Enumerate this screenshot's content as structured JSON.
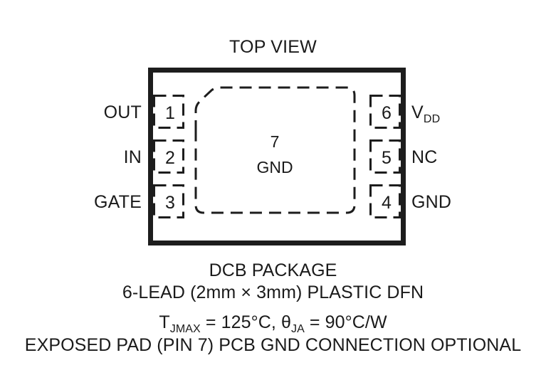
{
  "diagram": {
    "title": "TOP VIEW",
    "view_label": "TOP VIEW",
    "package_body": {
      "exposed_pad": {
        "pin_number": "7",
        "pin_name": "GND"
      }
    },
    "pins_left": [
      {
        "number": "1",
        "label": "OUT"
      },
      {
        "number": "2",
        "label": "IN"
      },
      {
        "number": "3",
        "label": "GATE"
      }
    ],
    "pins_right": [
      {
        "number": "6",
        "label": "V",
        "label_sub": "DD"
      },
      {
        "number": "5",
        "label": "NC",
        "label_sub": ""
      },
      {
        "number": "4",
        "label": "GND",
        "label_sub": ""
      }
    ],
    "caption": {
      "line1": "DCB PACKAGE",
      "line2": "6-LEAD (2mm × 3mm) PLASTIC DFN",
      "line3_a": "T",
      "line3_a_sub": "JMAX",
      "line3_b": " = 125°C, ",
      "line3_c": "θ",
      "line3_c_sub": "JA",
      "line3_d": " = 90°C/W",
      "line4": "EXPOSED PAD (PIN 7) PCB GND CONNECTION OPTIONAL"
    },
    "colors": {
      "ink": "#1d1d1d",
      "background": "#ffffff"
    }
  }
}
